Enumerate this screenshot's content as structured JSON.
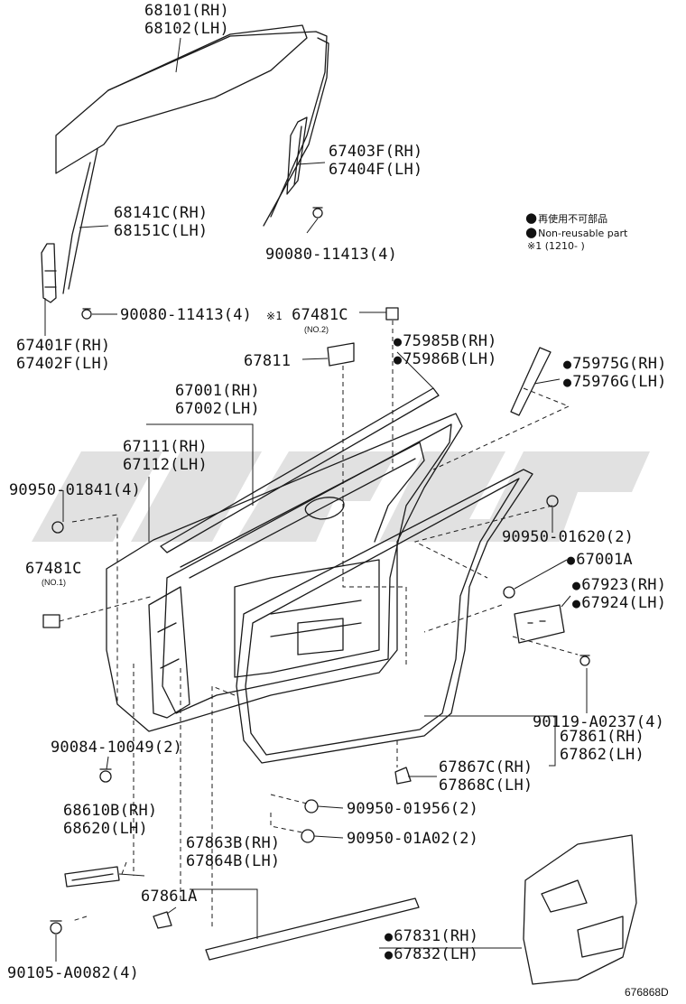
{
  "labels": {
    "glass": [
      "68101(RH)",
      "68102(LH)"
    ],
    "channel_rear": [
      "67403F(RH)",
      "67404F(LH)"
    ],
    "run_channel": [
      "68141C(RH)",
      "68151C(LH)"
    ],
    "bolt_top": "90080-11413(4)",
    "bolt_left": "90080-11413(4)",
    "channel_front": [
      "67401F(RH)",
      "67402F(LH)"
    ],
    "cushion_top": "67481C",
    "cushion_top_note": "(NO.2)",
    "ref_mark": "※1",
    "weatherstrip_belt": [
      "75985B(RH)",
      "75986B(LH)"
    ],
    "garnish": [
      "75975G(RH)",
      "75976G(LH)"
    ],
    "pad": "67811",
    "door_panel": [
      "67001(RH)",
      "67002(LH)"
    ],
    "belt_moulding": [
      "67111(RH)",
      "67112(LH)"
    ],
    "clip_left": "90950-01841(4)",
    "cushion_left": "67481C",
    "cushion_left_note": "(NO.1)",
    "clip_right": "90950-01620(2)",
    "plug": "67001A",
    "stopper": [
      "67923(RH)",
      "67924(LH)"
    ],
    "bolt_stopper": "90119-A0237(4)",
    "weatherstrip": [
      "67861(RH)",
      "67862(LH)"
    ],
    "bolt_check": "90084-10049(2)",
    "clip_weather": [
      "67867C(RH)",
      "67868C(LH)"
    ],
    "check_arm": [
      "68610B(RH)",
      "68620(LH)"
    ],
    "clip_lower1": "90950-01956(2)",
    "clip_lower2": "90950-01A02(2)",
    "lower_seal": [
      "67863B(RH)",
      "67864B(LH)"
    ],
    "lower_seal_sub": "67861A",
    "service_hole_cover": [
      "67831(RH)",
      "67832(LH)"
    ],
    "bolt_bottom": "90105-A0082(4)",
    "diagram_code": "676868D"
  },
  "legend": {
    "line1": "再使用不可部品",
    "line2": "Non-reusable part",
    "line3": "※1 (1210-      )"
  },
  "colors": {
    "line": "#1a1a1a",
    "watermark": "#d9d9d9"
  }
}
